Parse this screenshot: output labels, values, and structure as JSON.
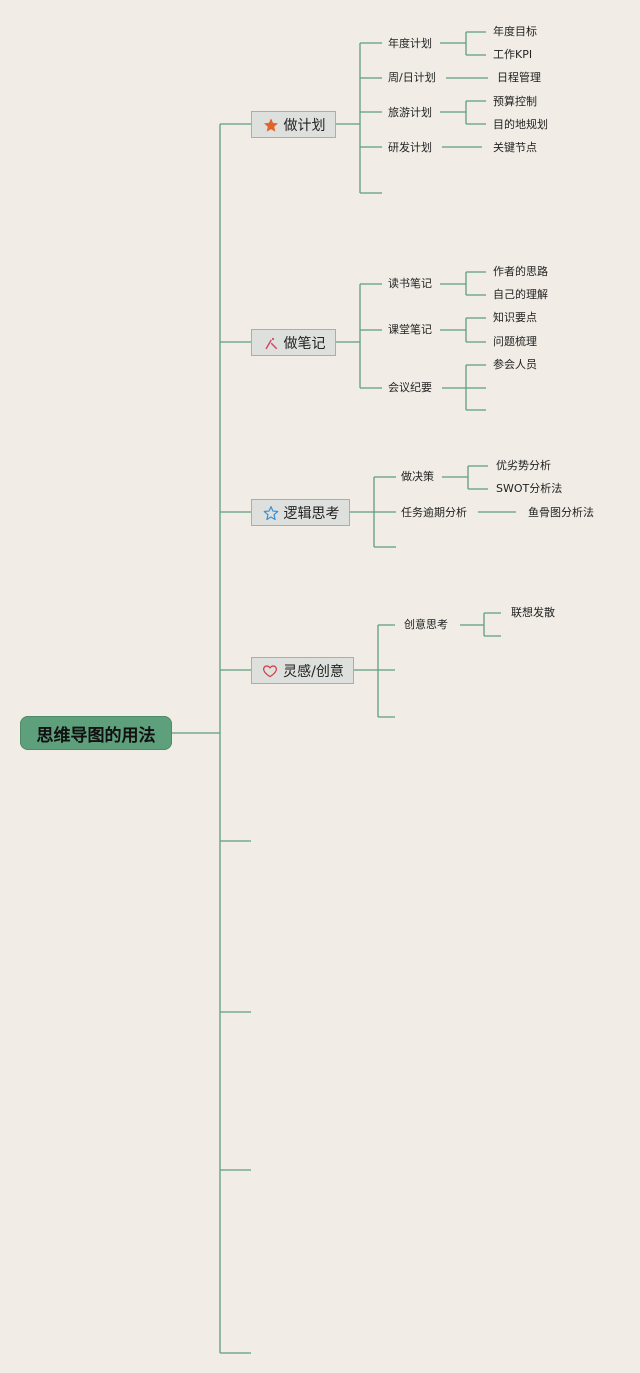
{
  "root": {
    "label": "思维导图的用法"
  },
  "branches": [
    {
      "label": "做计划",
      "icon": "star-filled-icon",
      "color": "#e2642a",
      "children": [
        {
          "label": "年度计划",
          "children": [
            "年度目标",
            "工作KPI"
          ]
        },
        {
          "label": "周/日计划",
          "children": [
            "日程管理"
          ]
        },
        {
          "label": "旅游计划",
          "children": [
            "预算控制",
            "目的地规划"
          ]
        },
        {
          "label": "研发计划",
          "children": [
            "关键节点"
          ]
        }
      ]
    },
    {
      "label": "做笔记",
      "icon": "pen-marks-icon",
      "color": "#d2466a",
      "children": [
        {
          "label": "读书笔记",
          "children": [
            "作者的思路",
            "自己的理解"
          ]
        },
        {
          "label": "课堂笔记",
          "children": [
            "知识要点",
            "问题梳理"
          ]
        },
        {
          "label": "会议纪要",
          "children": [
            "参会人员"
          ]
        }
      ]
    },
    {
      "label": "逻辑思考",
      "icon": "star-outline-icon",
      "color": "#3b8fd6",
      "children": [
        {
          "label": "做决策",
          "children": [
            "优劣势分析",
            "SWOT分析法"
          ]
        },
        {
          "label": "任务逾期分析",
          "children": [
            "鱼骨图分析法"
          ]
        }
      ]
    },
    {
      "label": "灵感/创意",
      "icon": "heart-outline-icon",
      "color": "#d33c45",
      "children": [
        {
          "label": "创意思考",
          "children": [
            "联想发散"
          ]
        }
      ]
    }
  ],
  "colors": {
    "line": "#5e9f7c",
    "background": "#f1ede6",
    "root": "#5e9f7c"
  }
}
